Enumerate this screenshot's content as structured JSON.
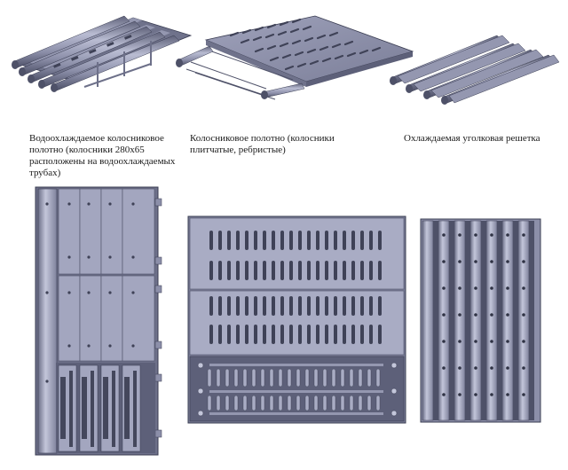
{
  "captions": {
    "water_cooled": "Водоохлаждаемое колосниковое полотно (колосники 280х65 расположены на водоохлаждаемых трубах)",
    "grate_plate": "Колосниковое полотно (колосники плитчатые, ребристые)",
    "angle_grate": "Охлаждаемая уголковая решетка"
  },
  "colors": {
    "steel_light": "#a9acc4",
    "steel_mid": "#8f92ad",
    "steel_dark": "#5d6079",
    "slot": "#3f4257",
    "outline": "#3a3d52"
  }
}
